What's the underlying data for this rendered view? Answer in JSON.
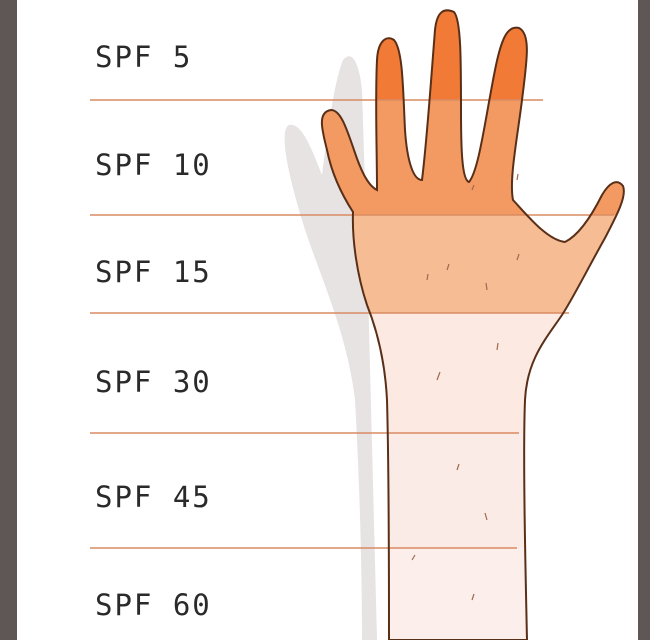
{
  "bands": [
    {
      "label": "SPF 5",
      "color": "#f07a36"
    },
    {
      "label": "SPF 10",
      "color": "#f29a62"
    },
    {
      "label": "SPF 15",
      "color": "#f6bc94"
    },
    {
      "label": "SPF 30",
      "color": "#fce9e2"
    },
    {
      "label": "SPF 45",
      "color": "#fbebe6"
    },
    {
      "label": "SPF 60",
      "color": "#fcefeb"
    }
  ],
  "colors": {
    "line": "#d98b63",
    "outline": "#5a2f18",
    "shadow": "#e3e0df",
    "frame": "#5e5756",
    "panel": "#ffffff"
  }
}
